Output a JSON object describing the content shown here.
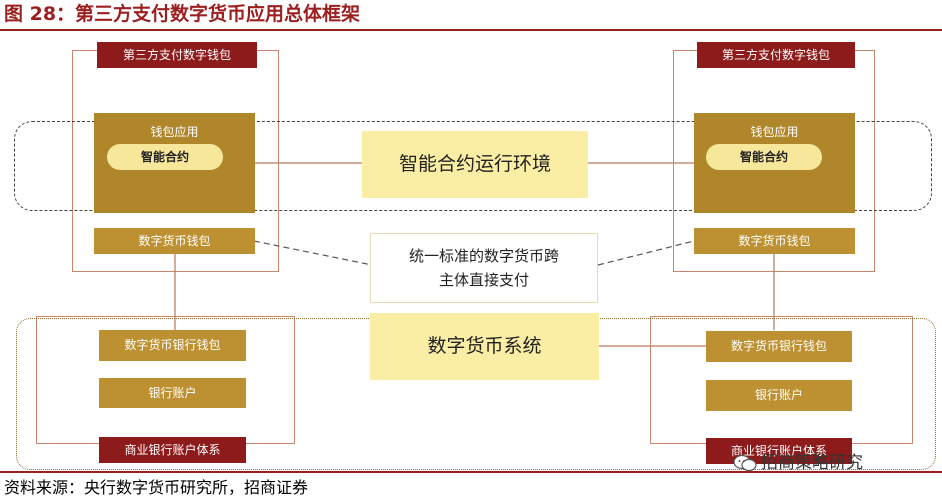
{
  "figure": {
    "title": "图 28：第三方支付数字货币应用总体框架",
    "source": "资料来源：央行数字货币研究所，招商证券"
  },
  "left_stack": {
    "header": "第三方支付数字钱包",
    "wallet_app": "钱包应用",
    "smart_contract": "智能合约",
    "digital_wallet": "数字货币钱包",
    "bank_wallet": "数字货币银行钱包",
    "bank_account": "银行账户",
    "bank_system": "商业银行账户体系"
  },
  "right_stack": {
    "header": "第三方支付数字钱包",
    "wallet_app": "钱包应用",
    "smart_contract": "智能合约",
    "digital_wallet": "数字货币钱包",
    "bank_wallet": "数字货币银行钱包",
    "bank_account": "银行账户",
    "bank_system": "商业银行账户体系"
  },
  "center": {
    "contract_env": "智能合约运行环境",
    "unified_line1": "统一标准的数字货币跨",
    "unified_line2": "主体直接支付",
    "currency_system": "数字货币系统"
  },
  "watermark": "招商策略研究",
  "colors": {
    "title_red": "#9b1f1f",
    "label_red": "#8e1b1b",
    "gold": "#bd9132",
    "gold_dark": "#b0862a",
    "pale_yellow": "#faeea5",
    "frame": "#c8866c"
  }
}
